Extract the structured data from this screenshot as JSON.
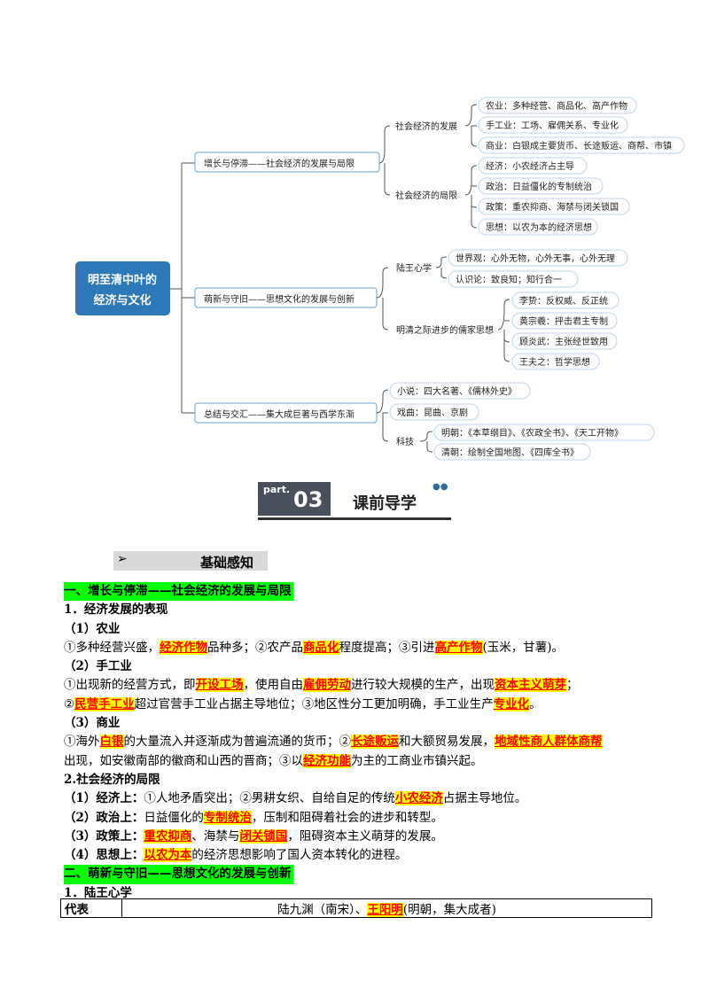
{
  "mindmap": {
    "root": {
      "line1": "明至清中叶的",
      "line2": "经济与文化"
    },
    "branches": [
      {
        "label": "增长与停滞——社会经济的发展与局限",
        "groups": [
          {
            "label": "社会经济的发展",
            "leaves": [
              "农业：多种经营、商品化、高产作物",
              "手工业：工场、雇佣关系、专业化",
              "商业：白银成主要货币、长途贩运、商帮、市镇"
            ]
          },
          {
            "label": "社会经济的局限",
            "leaves": [
              "经济：小农经济占主导",
              "政治：日益僵化的专制统治",
              "政策：重农抑商、海禁与闭关锁国",
              "思想：以农为本的经济思想"
            ]
          }
        ]
      },
      {
        "label": "萌新与守旧——思想文化的发展与创新",
        "groups": [
          {
            "label": "陆王心学",
            "leaves": [
              "世界观：心外无物，心外无事，心外无理",
              "认识论：致良知；知行合一"
            ]
          },
          {
            "label": "明清之际进步的儒家思想",
            "leaves": [
              "李贽：反权威、反正统",
              "黄宗羲：抨击君主专制",
              "顾炎武：主张经世致用",
              "王夫之：哲学思想"
            ]
          }
        ]
      },
      {
        "label": "总结与交汇——集大成巨著与西学东渐",
        "direct": [
          "小说：四大名著、《儒林外史》",
          "戏曲：昆曲、京剧"
        ],
        "groups": [
          {
            "label": "科技",
            "leaves": [
              "明朝：《本草纲目》、《农政全书》、《天工开物》",
              "清朝：绘制全国地图、《四库全书》"
            ]
          }
        ]
      }
    ]
  },
  "part_banner": {
    "word": "part.",
    "number": "03",
    "title": "课前导学"
  },
  "jichu": {
    "arrow": "➢",
    "title": "基础感知"
  },
  "content": {
    "sec1": "一、增长与停滞——社会经济的发展与局限",
    "h1": "1．经济发展的表现",
    "sub1": "（1）农业",
    "agri": {
      "a": "①多种经营兴盛，",
      "k1": "经济作物",
      "b": "品种多；②农产品",
      "k2": "商品化",
      "c": "程度提高；③引进",
      "k3": "高产作物",
      "d": "(玉米，甘薯)。"
    },
    "sub2": "（2）手工业",
    "craft1": {
      "a": "①出现新的经营方式，即",
      "k1": "开设工场",
      "b": "，使用自由",
      "k2": "雇佣劳动",
      "c": "进行较大规模的生产，出现",
      "k3": "资本主义萌芽",
      "d": "；"
    },
    "craft2": {
      "a": "②",
      "k1": "民营手工业",
      "b": "超过官营手工业占据主导地位；③地区性分工更加明确，手工业生产",
      "k2": "专业化",
      "c": "。"
    },
    "sub3": "（3）商业",
    "com1": {
      "a": "①海外",
      "k1": "白银",
      "b": "的大量流入并逐渐成为普遍流通的货币；②",
      "k2": "长途贩运",
      "c": "和大额贸易发展，",
      "k3": "地域性商人群体商帮"
    },
    "com2": {
      "a": "出现，如安徽南部的徽商和山西的晋商；③以",
      "k1": "经济功能",
      "b": "为主的工商业市镇兴起。"
    },
    "h2": "2.社会经济的局限",
    "lim1": {
      "lead": "（1）经济上：",
      "a": "①人地矛盾突出；②男耕女织、自给自足的传统",
      "k1": "小农经济",
      "b": "占据主导地位。"
    },
    "lim2": {
      "lead": "（2）政治上：",
      "a": "日益僵化的",
      "k1": "专制统治",
      "b": "，压制和阻碍着社会的进步和转型。"
    },
    "lim3": {
      "lead": "（3）政策上：",
      "k1": "重农抑商",
      "a": "、海禁与",
      "k2": "闭关锁国",
      "b": "，阻碍资本主义萌芽的发展。"
    },
    "lim4": {
      "lead": "（4）思想上：",
      "k1": "以农为本",
      "a": "的经济思想影响了国人资本转化的进程。"
    },
    "sec2": "二、萌新与守旧——思想文化的发展与创新",
    "h3": "1．陆王心学",
    "table": {
      "label": "代表",
      "a": "陆九渊（南宋）、",
      "k1": "王阳明",
      "b": "(明朝，集大成者)"
    }
  }
}
